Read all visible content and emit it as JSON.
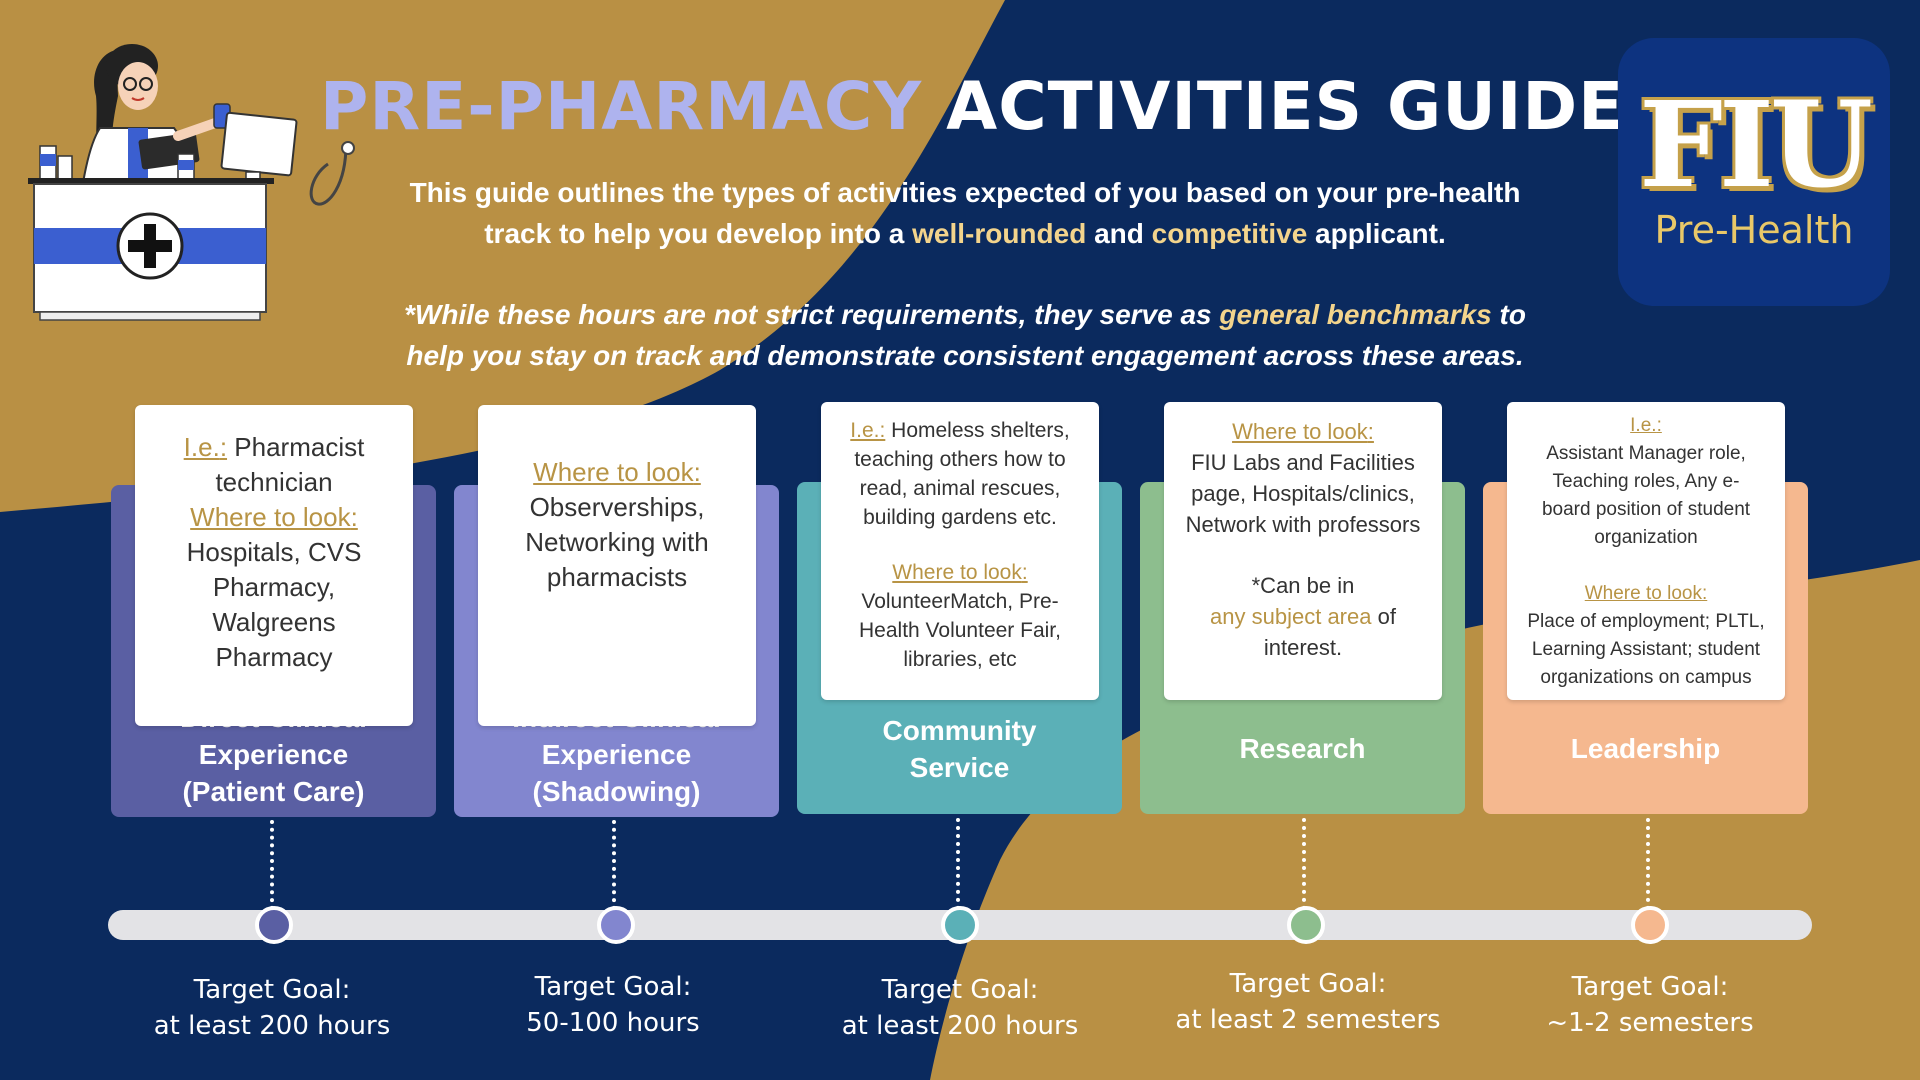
{
  "title": {
    "part1": "PRE-PHARMACY",
    "part2": "ACTIVITIES GUIDELINE"
  },
  "intro": {
    "line_a": "This guide outlines the types of activities expected of you based on your pre-health",
    "line_b": "track to help you develop into a ",
    "hl1": "well-rounded",
    "and": " and ",
    "hl2": "competitive",
    "tail": " applicant."
  },
  "note": {
    "pre": "*While these hours are not strict requirements, they serve as ",
    "hl": "general benchmarks",
    "post": " to help you stay on track and demonstrate consistent engagement across these areas."
  },
  "logo": {
    "main": "FIU",
    "sub": "Pre-Health"
  },
  "colors": {
    "gold_bg": "#b99044",
    "navy_bg": "#0b2a5e",
    "highlight": "#f3d48c",
    "key": "#b89445"
  },
  "cards": [
    {
      "color": "#5a5fa3",
      "label": [
        "Direct Clinical",
        "Experience",
        "(Patient Care)"
      ],
      "ie_key": "I.e.",
      "ie_text": "Pharmacist technician",
      "look_key": "Where to look",
      "look_text": "Hospitals, CVS Pharmacy, Walgreens Pharmacy",
      "goal": [
        "Target Goal:",
        "at least 200 hours"
      ]
    },
    {
      "color": "#8286cf",
      "label": [
        "Indirect Clinical",
        "Experience",
        "(Shadowing)"
      ],
      "look_key": "Where to look",
      "look_text": "Observerships, Networking with pharmacists",
      "goal": [
        "Target Goal:",
        "50-100 hours"
      ]
    },
    {
      "color": "#5bb0b7",
      "label": [
        "Community",
        "Service"
      ],
      "ie_key": "I.e.",
      "ie_text": "Homeless shelters, teaching others how to read, animal rescues, building gardens etc.",
      "look_key": "Where to look",
      "look_text": "VolunteerMatch, Pre-Health Volunteer Fair, libraries, etc",
      "goal": [
        "Target Goal:",
        "at least 200 hours"
      ]
    },
    {
      "color": "#8dbe8e",
      "label": [
        "Research"
      ],
      "look_key": "Where to look",
      "look_text": "FIU Labs and Facilities page, Hospitals/clinics, Network with professors",
      "extra_pre": "*Can be in",
      "extra_hl": "any subject area",
      "extra_post": " of interest.",
      "goal": [
        "Target Goal:",
        "at least 2 semesters"
      ]
    },
    {
      "color": "#f5b88f",
      "label": [
        "Leadership"
      ],
      "ie_key": "I.e.",
      "ie_text": "Assistant Manager role, Teaching roles, Any e-board position of student organization",
      "look_key": "Where to look",
      "look_text": "Place of employment; PLTL, Learning Assistant;  student organizations on campus",
      "goal": [
        "Target Goal:",
        "~1-2 semesters"
      ]
    }
  ]
}
